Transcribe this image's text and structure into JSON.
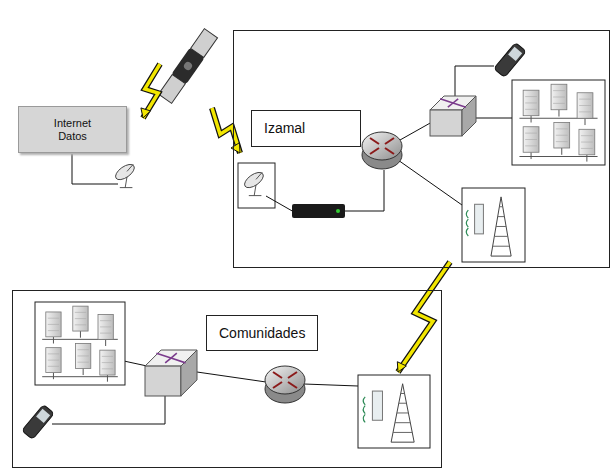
{
  "diagram": {
    "nodes": [
      {
        "text": [
          "Internet Datos"
        ]
      },
      {
        "text": [
          "Izamal"
        ]
      },
      {
        "text": [
          "Comunidades"
        ]
      }
    ]
  }
}
